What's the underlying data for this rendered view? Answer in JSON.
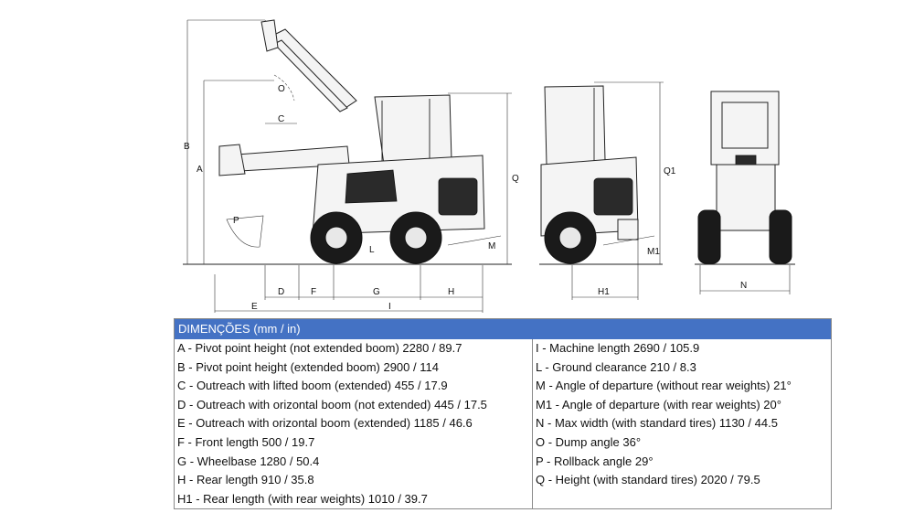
{
  "diagram_labels": {
    "A": "A",
    "B": "B",
    "C": "C",
    "D": "D",
    "E": "E",
    "F": "F",
    "G": "G",
    "H": "H",
    "I": "I",
    "L": "L",
    "M": "M",
    "O": "O",
    "P": "P",
    "Q": "Q",
    "Q1": "Q1",
    "M1": "M1",
    "H1": "H1",
    "N": "N"
  },
  "table": {
    "header": "DIMENÇÕES (mm / in)",
    "left_rows": [
      "A - Pivot point height (not extended boom) 2280 / 89.7",
      "B - Pivot point height (extended boom) 2900 / 114",
      "C - Outreach with lifted boom (extended) 455 / 17.9",
      "D - Outreach with orizontal boom (not extended) 445 / 17.5",
      "E - Outreach with orizontal boom (extended) 1185 / 46.6",
      "F - Front length 500 / 19.7",
      "G - Wheelbase 1280 / 50.4",
      "H - Rear length 910 / 35.8",
      "H1 - Rear length (with rear weights) 1010 / 39.7"
    ],
    "right_rows": [
      "I - Machine length 2690 / 105.9",
      "L - Ground clearance 210 / 8.3",
      " M - Angle of departure (without rear weights) 21°",
      "M1 - Angle of departure (with rear weights) 20°",
      "N - Max width (with standard tires) 1130 / 44.5",
      "O - Dump angle 36°",
      "P - Rollback angle 29°",
      "Q - Height (with standard tires) 2020 / 79.5"
    ]
  }
}
